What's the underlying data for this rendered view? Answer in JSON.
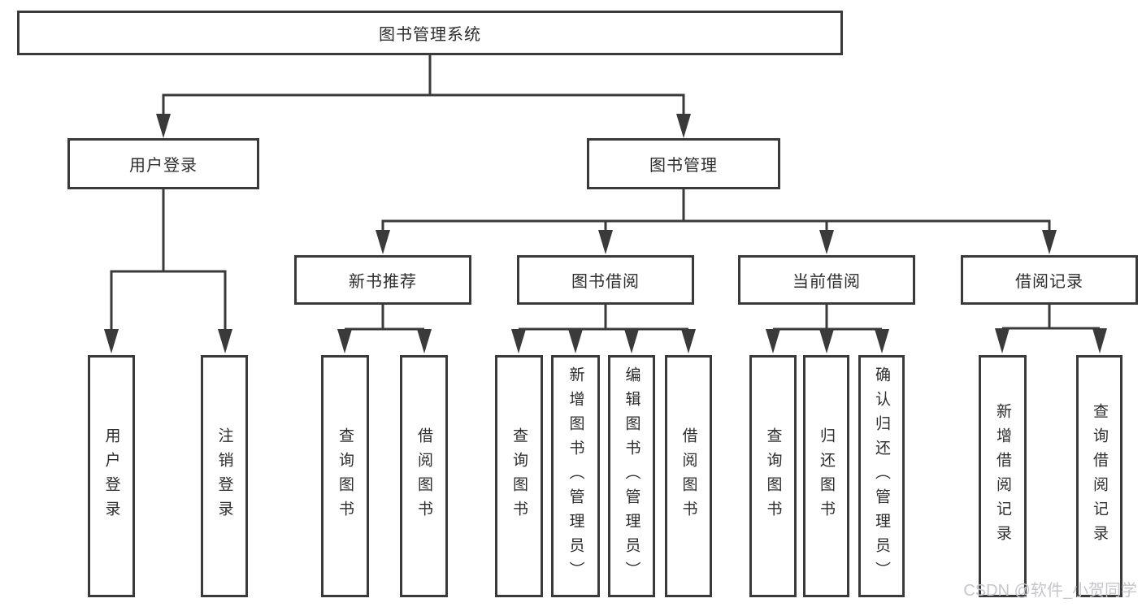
{
  "nodes": {
    "root": "图书管理系统",
    "user_login": "用户登录",
    "book_management": "图书管理",
    "new_book_recommend": "新书推荐",
    "book_borrow": "图书借阅",
    "current_borrow": "当前借阅",
    "borrow_records": "借阅记录"
  },
  "leaves": {
    "user_login": [
      "用户登录",
      "注销登录"
    ],
    "new_book_recommend": [
      "查询图书",
      "借阅图书"
    ],
    "book_borrow": [
      "查询图书",
      "新增图书（管理员）",
      "编辑图书（管理员）",
      "借阅图书"
    ],
    "current_borrow": [
      "查询图书",
      "归还图书",
      "确认归还（管理员）"
    ],
    "borrow_records": [
      "新增借阅记录",
      "查询借阅记录"
    ]
  },
  "watermark": "CSDN @软件_小贺同学",
  "colors": {
    "line": "#3a3a3a",
    "text": "#2d2d2d",
    "background": "#ffffff",
    "watermark": "#c6c6cb"
  }
}
